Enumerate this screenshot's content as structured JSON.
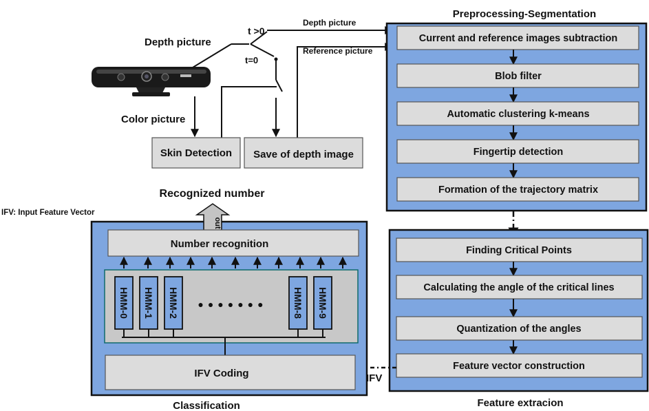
{
  "labels": {
    "depth_picture": "Depth picture",
    "depth_picture_arrow": "Depth picture",
    "reference_picture": "Reference picture",
    "color_picture": "Color picture",
    "t_gt0": "t >0",
    "t_eq0": "t=0",
    "ifv_legend": "IFV: Input Feature Vector",
    "recognized_number": "Recognized number",
    "out": "out",
    "ifv_arrow": "IFV"
  },
  "input_boxes": {
    "skin_detection": "Skin Detection",
    "save_depth": "Save of depth image"
  },
  "preprocessing": {
    "title": "Preprocessing-Segmentation",
    "steps": [
      "Current and reference images subtraction",
      "Blob filter",
      "Automatic clustering k-means",
      "Fingertip detection",
      "Formation of the trajectory matrix"
    ]
  },
  "feature": {
    "title": "Feature extracion",
    "steps": [
      "Finding Critical Points",
      "Calculating the angle of the critical lines",
      "Quantization of the angles",
      "Feature vector construction"
    ]
  },
  "classification": {
    "title": "Classification",
    "number_recognition": "Number recognition",
    "ifv_coding": "IFV Coding",
    "hmm_left": [
      "HMM-0",
      "HMM-1",
      "HMM-2"
    ],
    "hmm_right": [
      "HMM-8",
      "HMM-9"
    ],
    "ellipsis": "●●●●●●●"
  },
  "colors": {
    "panel": "#7ea6e0",
    "step_box": "#dcdcdc",
    "hmm_area": "#c8c8c8"
  }
}
